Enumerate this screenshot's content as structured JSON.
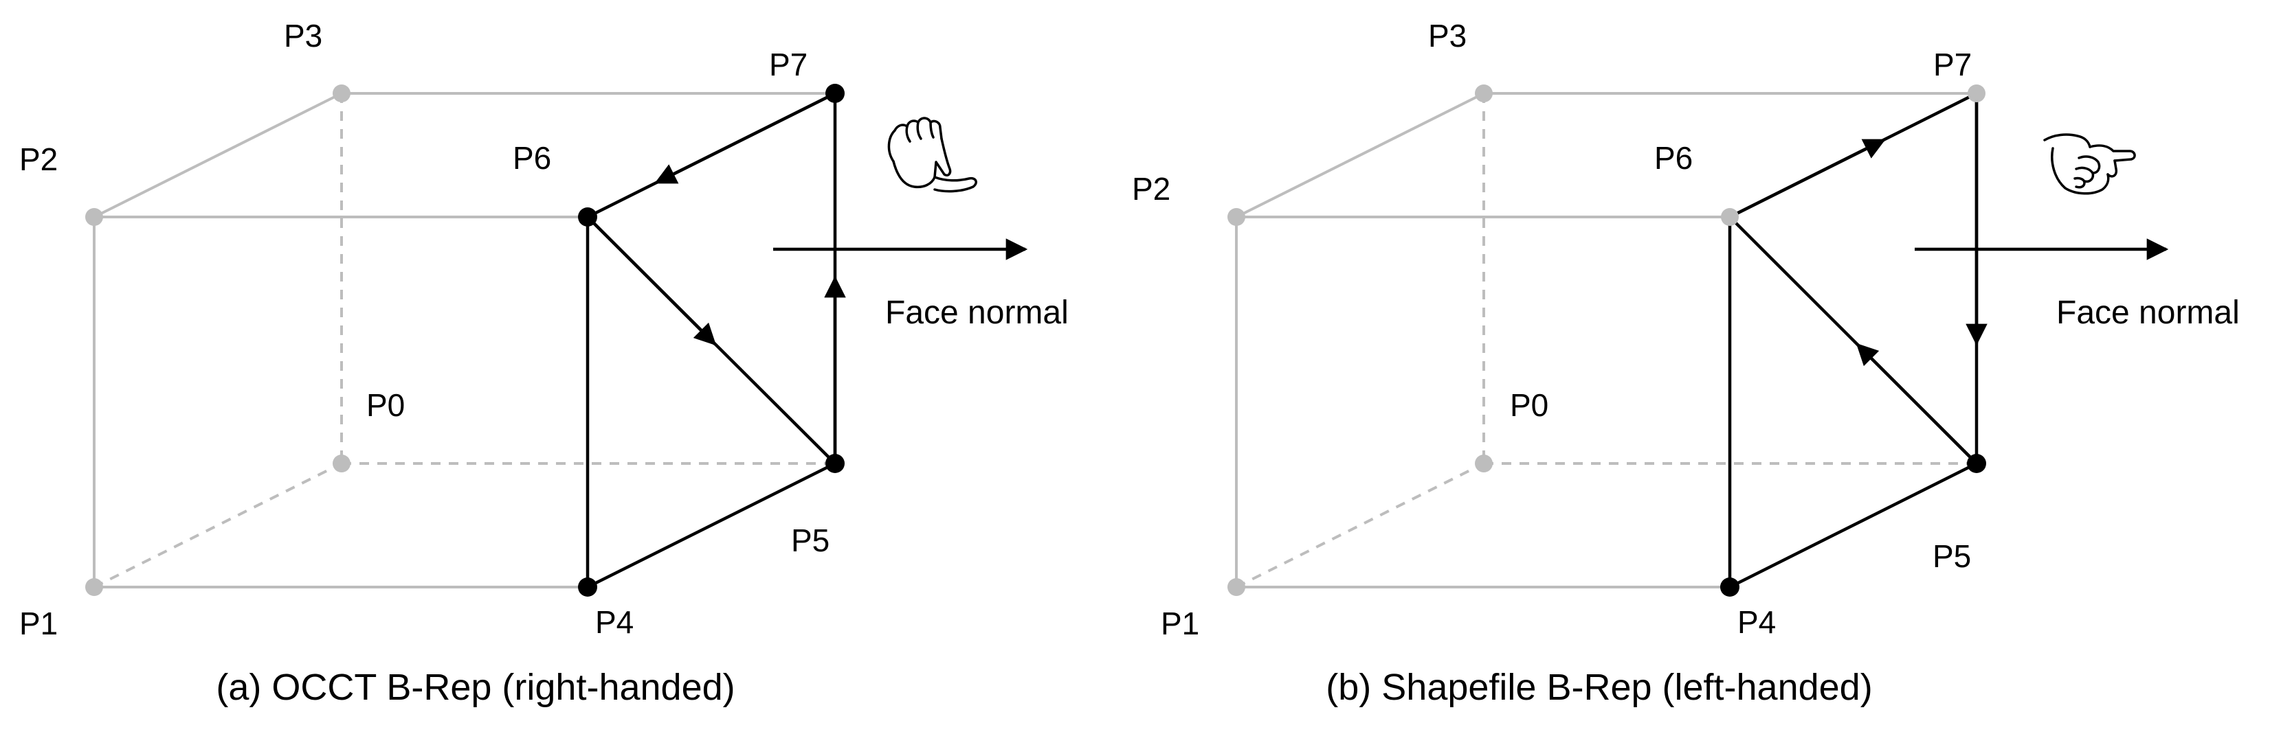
{
  "panels": [
    {
      "id": "a",
      "caption": "(a) OCCT B-Rep (right-handed)",
      "normal_label": "Face normal",
      "hand": "thumb-up-icon",
      "vertices": {
        "P0": "P0",
        "P1": "P1",
        "P2": "P2",
        "P3": "P3",
        "P4": "P4",
        "P5": "P5",
        "P6": "P6",
        "P7": "P7"
      },
      "highlighted_vertices": [
        "P4",
        "P5",
        "P6",
        "P7"
      ],
      "loop_order": [
        "P7",
        "P6",
        "P5",
        "P7"
      ]
    },
    {
      "id": "b",
      "caption": "(b) Shapefile B-Rep (left-handed)",
      "normal_label": "Face normal",
      "hand": "thumb-down-icon",
      "vertices": {
        "P0": "P0",
        "P1": "P1",
        "P2": "P2",
        "P3": "P3",
        "P4": "P4",
        "P5": "P5",
        "P6": "P6",
        "P7": "P7"
      },
      "highlighted_vertices": [
        "P4",
        "P5"
      ],
      "loop_order": [
        "P6",
        "P7",
        "P5",
        "P6"
      ]
    }
  ],
  "colors": {
    "back_edges": "#bdbdbd",
    "front_face": "#000000"
  }
}
